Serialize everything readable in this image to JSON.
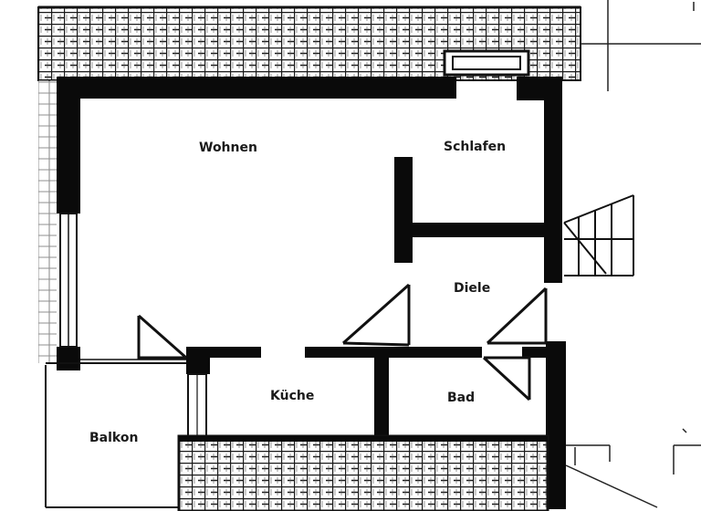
{
  "floor_plan": {
    "rooms": {
      "wohnen": "Wohnen",
      "schlafen": "Schlafen",
      "diele": "Diele",
      "kueche": "Küche",
      "bad": "Bad",
      "balkon": "Balkon"
    },
    "colors": {
      "wall": "#0a0a0a",
      "line": "#1a1a1a",
      "background": "#ffffff",
      "hatch": "#2a2a2a"
    }
  }
}
